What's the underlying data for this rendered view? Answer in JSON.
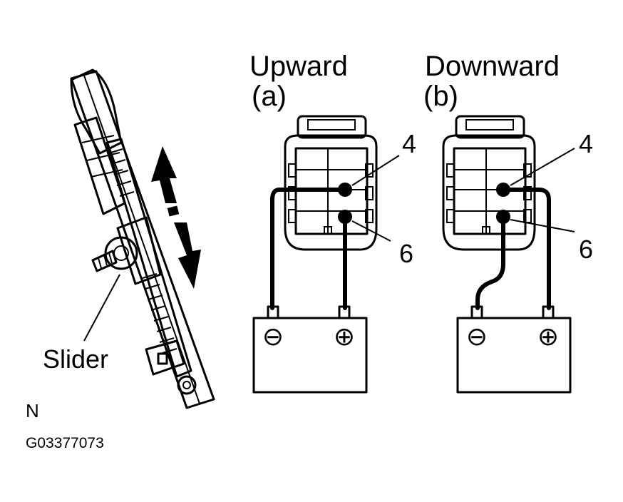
{
  "labels": {
    "upward": "Upward",
    "upward_sub": "(a)",
    "downward": "Downward",
    "downward_sub": "(b)",
    "terminal_4": "4",
    "terminal_6": "6",
    "slider": "Slider",
    "note": "N",
    "code": "G03377073"
  },
  "battery": {
    "negative": "⊖",
    "positive": "⊕"
  }
}
